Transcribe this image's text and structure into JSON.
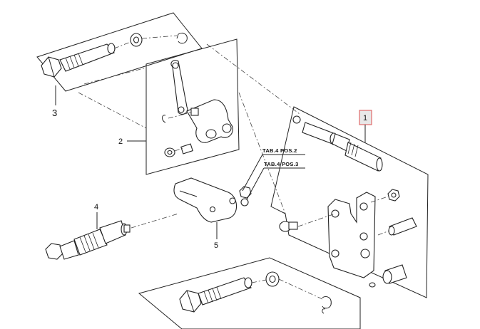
{
  "callouts": [
    {
      "id": "1",
      "label": "1",
      "highlighted": true
    },
    {
      "id": "2",
      "label": "2"
    },
    {
      "id": "3",
      "label": "3"
    },
    {
      "id": "4",
      "label": "4"
    },
    {
      "id": "5",
      "label": "5"
    }
  ],
  "references": {
    "tab_pos_2": "TAB.4 POS.2",
    "tab_pos_3": "TAB.4 POS.3"
  },
  "colors": {
    "highlight_border": "#e06a6a",
    "highlight_fill": "#e8e8e8",
    "line": "#222222"
  }
}
